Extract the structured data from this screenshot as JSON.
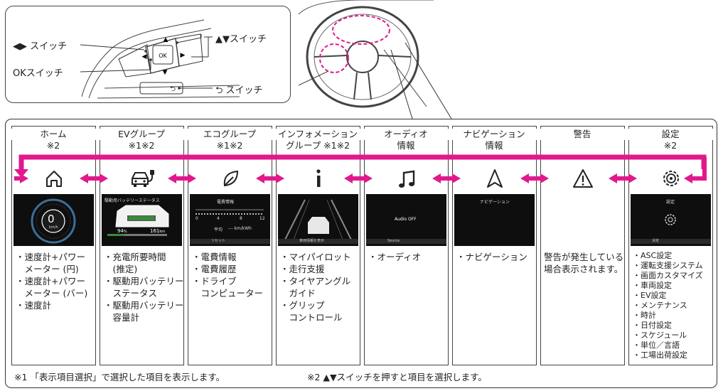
{
  "switch_diagram": {
    "lr_switch": "◀▶ スイッチ",
    "ok_switch": "OKスイッチ",
    "ud_switch": "▲▼スイッチ",
    "back_switch": "⮌ スイッチ",
    "ok_button_text": "OK"
  },
  "columns": [
    {
      "title": [
        "ホーム",
        "※2"
      ],
      "icon": "home-icon",
      "items": [
        "・速度計+パワー",
        "　メーター (円)",
        "・速度計+パワー",
        "　メーター (バー)",
        "・速度計"
      ],
      "screen": {
        "speed": "0",
        "unit": "km/h"
      }
    },
    {
      "title": [
        "EVグループ",
        "※1※2"
      ],
      "icon": "ev-charging-car-icon",
      "items": [
        "・充電所要時間",
        "　(推定)",
        "・駆動用バッテリー",
        "　ステータス",
        "・駆動用バッテリー",
        "　容量計"
      ],
      "screen": {
        "heading": "駆動用バッテリーステータス",
        "percent": "94",
        "percent_unit": "%",
        "range": "161",
        "range_unit": "km"
      }
    },
    {
      "title": [
        "エコグループ",
        "※1※2"
      ],
      "icon": "leaf-icon",
      "items": [
        "・電費情報",
        "・電費履歴",
        "・ドライブ",
        "　コンピューター"
      ],
      "screen": {
        "heading": "電費情報",
        "ticks": [
          "0",
          "4",
          "8",
          "12"
        ],
        "avg_label": "平均",
        "avg_value": "--- km/kWh",
        "ok_label": "リセット"
      }
    },
    {
      "title": [
        "インフォメーション",
        "グループ ※1※2"
      ],
      "icon": "info-icon",
      "items": [
        "・マイパイロット",
        "・走行支援",
        "・タイヤアングル",
        "　ガイド",
        "・グリップ",
        "　コントロール"
      ],
      "screen": {
        "ok_label": "車両情報を表示"
      }
    },
    {
      "title": [
        "オーディオ",
        "情報"
      ],
      "icon": "music-note-icon",
      "items": [
        "・オーディオ"
      ],
      "screen": {
        "center": "Audio OFF",
        "ok_label": "Source"
      }
    },
    {
      "title": [
        "ナビゲーション",
        "情報"
      ],
      "icon": "navigation-arrow-icon",
      "items": [
        "・ナビゲーション"
      ],
      "screen": {
        "heading": "ナビゲーション"
      }
    },
    {
      "title": [
        "警告",
        ""
      ],
      "icon": "warning-icon",
      "items": [
        "警告が発生している",
        "場合表示されます。"
      ],
      "screen": null
    },
    {
      "title": [
        "設定",
        "※2"
      ],
      "icon": "settings-gear-icon",
      "items": [
        "・ASC設定",
        "・運転支援システム",
        "・画面カスタマイズ",
        "・車両設定",
        "・EV設定",
        "・メンテナンス",
        "・時計",
        "・日付設定",
        "・スケジュール",
        "・単位／言語",
        "・工場出荷設定"
      ],
      "screen": {
        "heading": "設定",
        "ok_label": "決定"
      }
    }
  ],
  "footnotes": {
    "note1": "※1 「表示項目選択」で選択した項目を表示します。",
    "note2": "※2 ▲▼スイッチを押すと項目を選択します。"
  },
  "colors": {
    "accent_magenta": "#e0198c",
    "screen_bg": "#0e0e0e",
    "ok_badge_green": "#3a7a3a"
  }
}
